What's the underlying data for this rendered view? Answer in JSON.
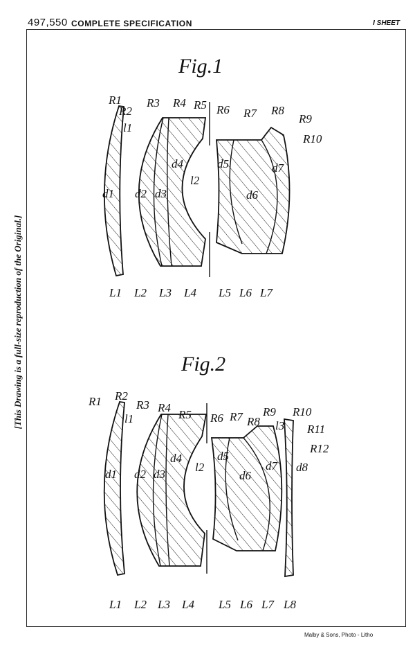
{
  "header": {
    "number": "497,550",
    "title": "COMPLETE SPECIFICATION",
    "sheets": "I SHEET"
  },
  "side_note": "[This Drawing is a full-size reproduction of the Original.]",
  "footer": "Malby & Sons, Photo - Litho",
  "fig1": {
    "title": "Fig.1",
    "labels": {
      "R1": "R1",
      "R2": "R2",
      "R3": "R3",
      "R4": "R4",
      "R5": "R5",
      "R6": "R6",
      "R7": "R7",
      "R8": "R8",
      "R9": "R9",
      "R10": "R10",
      "l1": "l1",
      "l2": "l2",
      "d1": "d1",
      "d2": "d2",
      "d3": "d3",
      "d4": "d4",
      "d5": "d5",
      "d6": "d6",
      "d7": "d7",
      "L1": "L1",
      "L2": "L2",
      "L3": "L3",
      "L4": "L4",
      "L5": "L5",
      "L6": "L6",
      "L7": "L7"
    }
  },
  "fig2": {
    "title": "Fig.2",
    "labels": {
      "R1": "R1",
      "R2": "R2",
      "R3": "R3",
      "R4": "R4",
      "R5": "R5",
      "R6": "R6",
      "R7": "R7",
      "R8": "R8",
      "R9": "R9",
      "R10": "R10",
      "R11": "R11",
      "R12": "R12",
      "l1": "l1",
      "l2": "l2",
      "l3": "l3",
      "d1": "d1",
      "d2": "d2",
      "d3": "d3",
      "d4": "d4",
      "d5": "d5",
      "d6": "d6",
      "d7": "d7",
      "d8": "d8",
      "L1": "L1",
      "L2": "L2",
      "L3": "L3",
      "L4": "L4",
      "L5": "L5",
      "L6": "L6",
      "L7": "L7",
      "L8": "L8"
    }
  }
}
